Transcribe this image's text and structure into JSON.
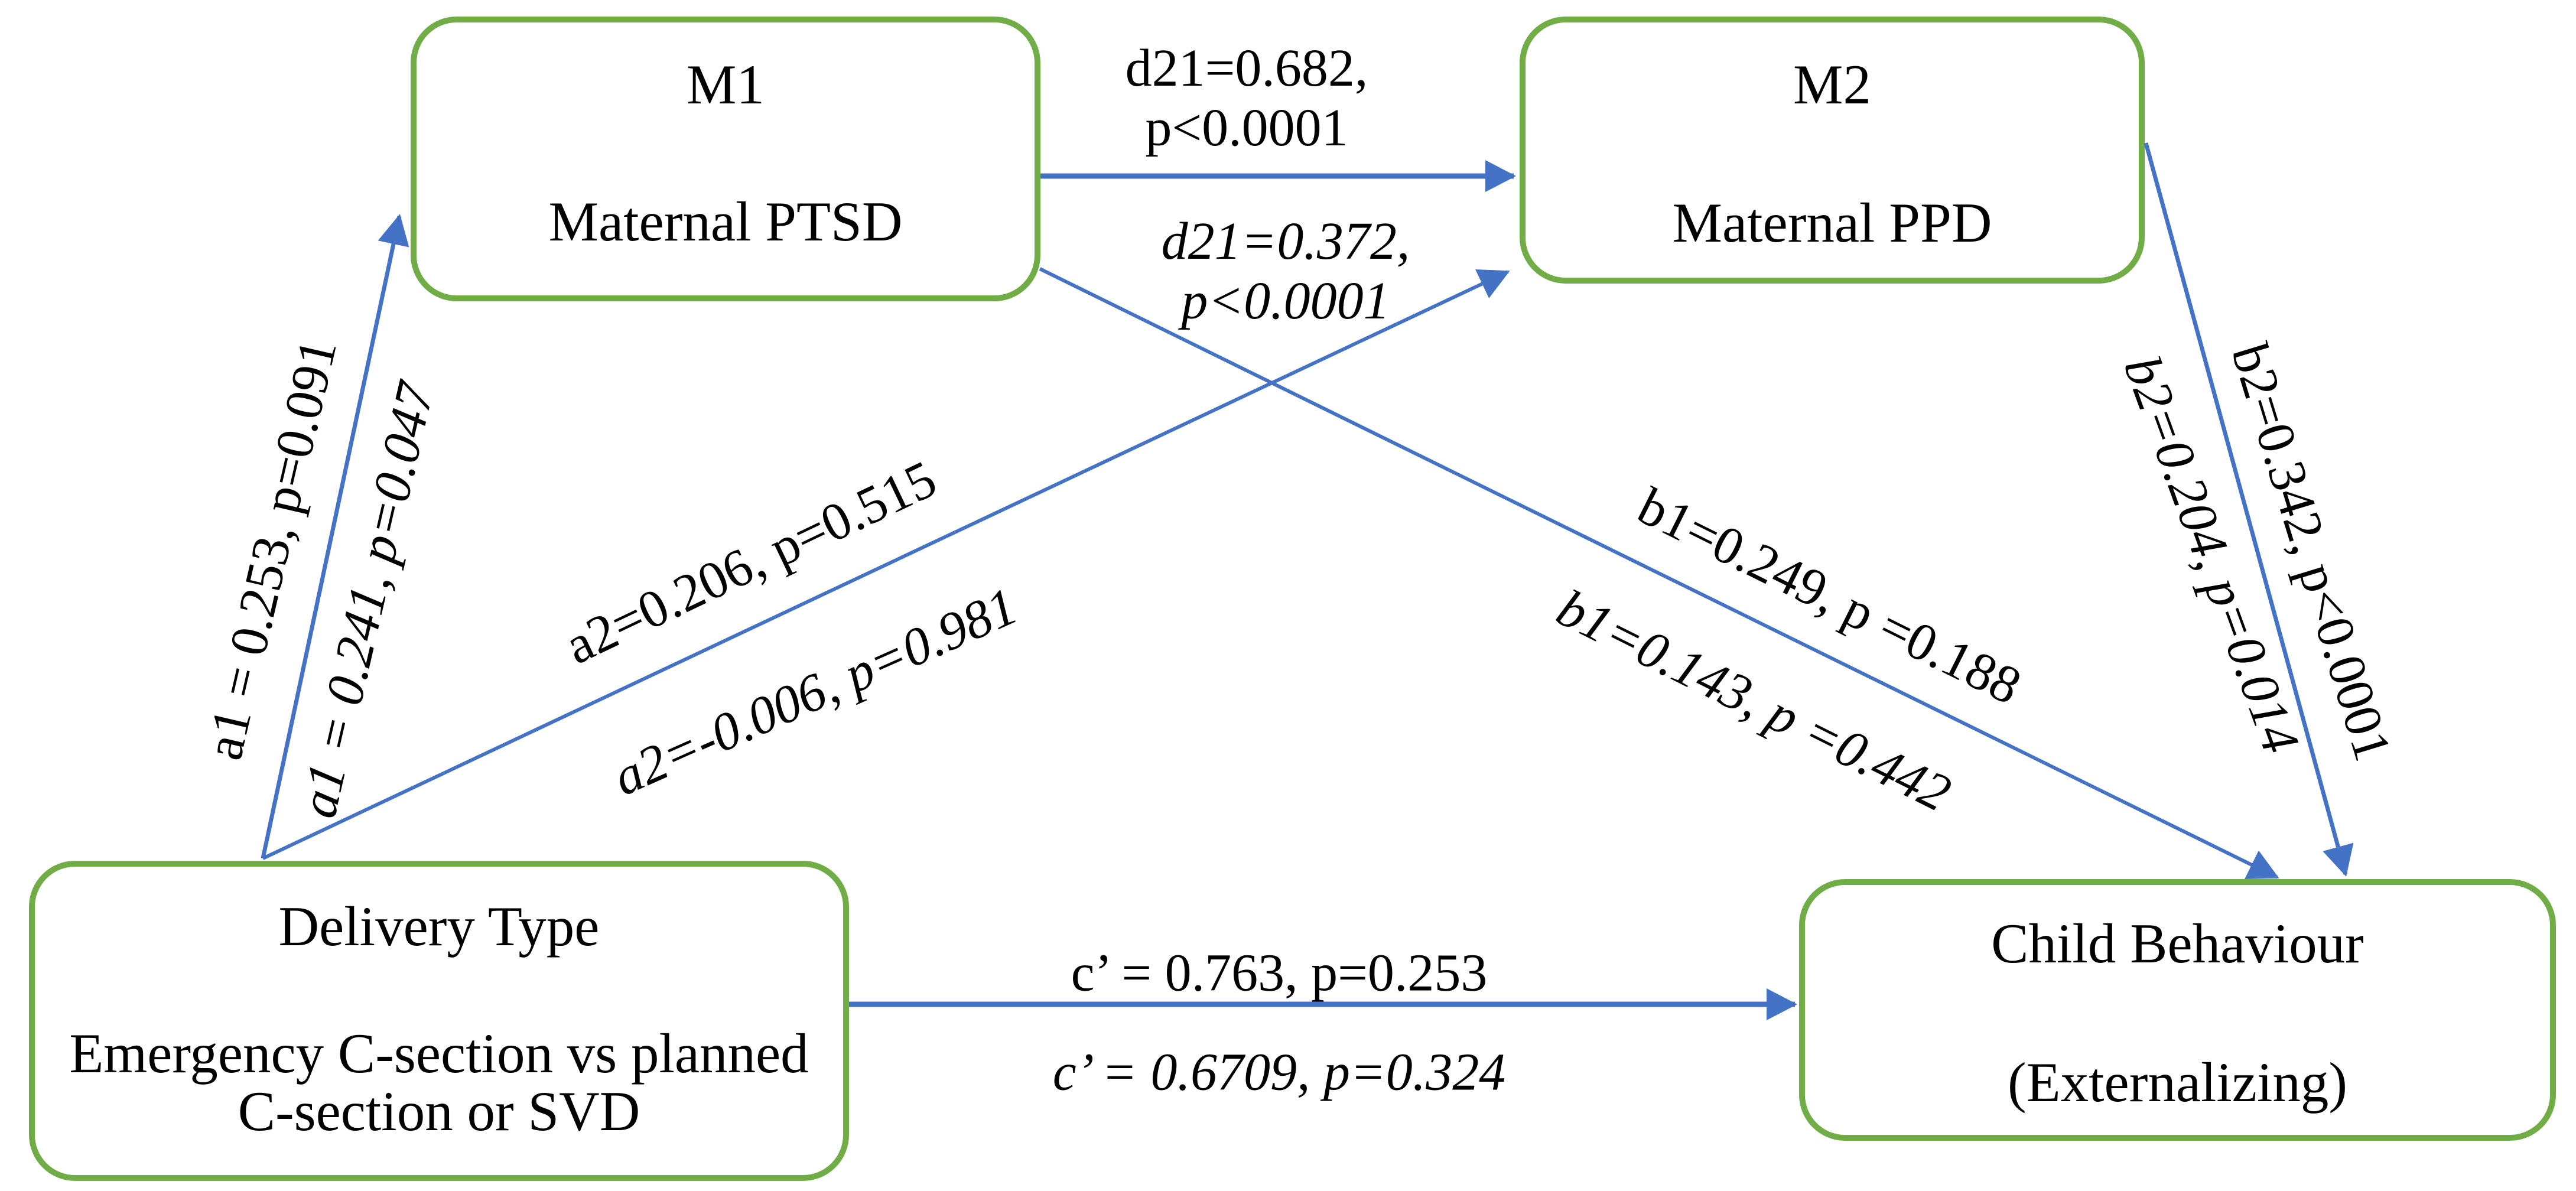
{
  "figure": {
    "type": "mediation-path-diagram",
    "colors": {
      "box_border": "#70AD47",
      "arrow": "#4472C4",
      "text": "#000000",
      "background": "#FFFFFF"
    },
    "nodes": {
      "m1": {
        "code": "M1",
        "label": "Maternal PTSD"
      },
      "m2": {
        "code": "M2",
        "label": "Maternal PPD"
      },
      "delivery": {
        "title": "Delivery Type",
        "subtitle_line1": "Emergency C-section vs planned",
        "subtitle_line2": "C-section or SVD"
      },
      "child": {
        "title": "Child Behaviour",
        "subtitle": "(Externalizing)"
      }
    },
    "paths": {
      "a1": {
        "model1": "a1 = 0.253, p=0.091",
        "model2": "a1 = 0.241, p=0.047"
      },
      "a2": {
        "model1": "a2=0.206, p=0.515",
        "model2": "a2=-0.006, p=0.981"
      },
      "d21": {
        "model1_line1": "d21=0.682,",
        "model1_line2": "p<0.0001",
        "model2_line1": "d21=0.372,",
        "model2_line2": "p<0.0001"
      },
      "b1": {
        "model1": "b1=0.249, p =0.188",
        "model2": "b1=0.143, p =0.442"
      },
      "b2": {
        "model1": "b2=0.342, p<0.0001",
        "model2": "b2=0.204, p=0.014"
      },
      "c_prime": {
        "model1": "c’ = 0.763, p=0.253",
        "model2": "c’ = 0.6709, p=0.324"
      }
    }
  }
}
